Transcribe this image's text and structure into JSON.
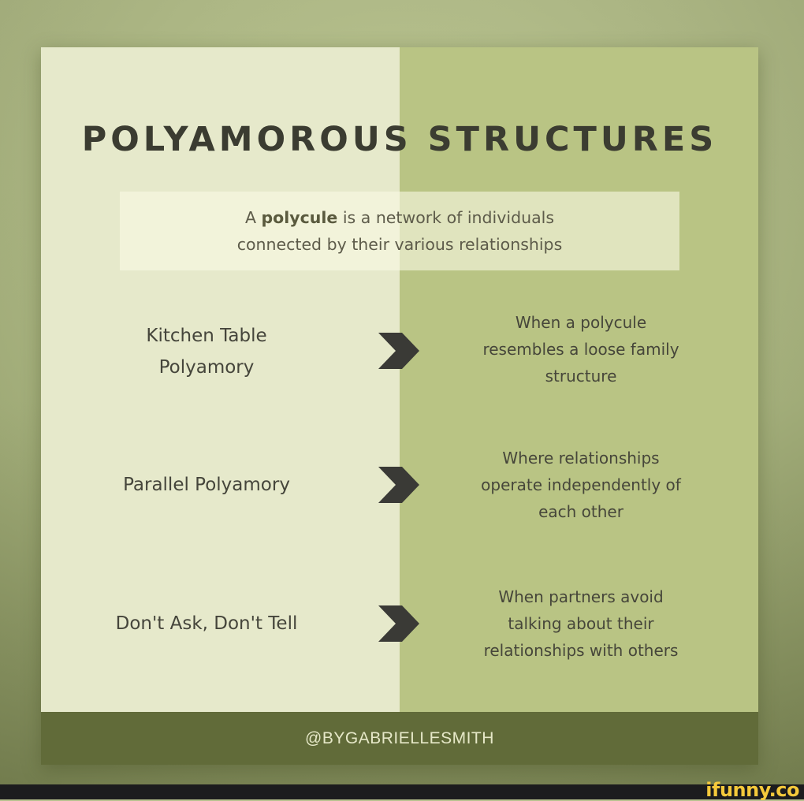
{
  "title": "POLYAMOROUS STRUCTURES",
  "intro": {
    "prefix": "A ",
    "keyword": "polycule",
    "suffix": " is a network of individuals",
    "line2": "connected by their various relationships"
  },
  "rows": [
    {
      "term_lines": [
        "Kitchen Table",
        "Polyamory"
      ],
      "description_lines": [
        "When a polycule",
        "resembles a loose family",
        "structure"
      ]
    },
    {
      "term_lines": [
        "Parallel Polyamory"
      ],
      "description_lines": [
        "Where relationships",
        "operate independently of",
        "each other"
      ]
    },
    {
      "term_lines": [
        "Don't Ask, Don't Tell"
      ],
      "description_lines": [
        "When partners avoid",
        "talking about their",
        "relationships with others"
      ]
    }
  ],
  "icons": {
    "arrow": "chevron-right-icon"
  },
  "footer": {
    "handle": "@BYGABRIELLESMITH"
  },
  "watermark": {
    "text": "ifunny.co"
  },
  "colors": {
    "left_panel": "#e6e9cb",
    "right_panel": "#b9c484",
    "footer_band": "#616b39",
    "text_dark": "#3b3c31",
    "chevron": "#3a3a36",
    "watermark": "#f5c93b"
  }
}
